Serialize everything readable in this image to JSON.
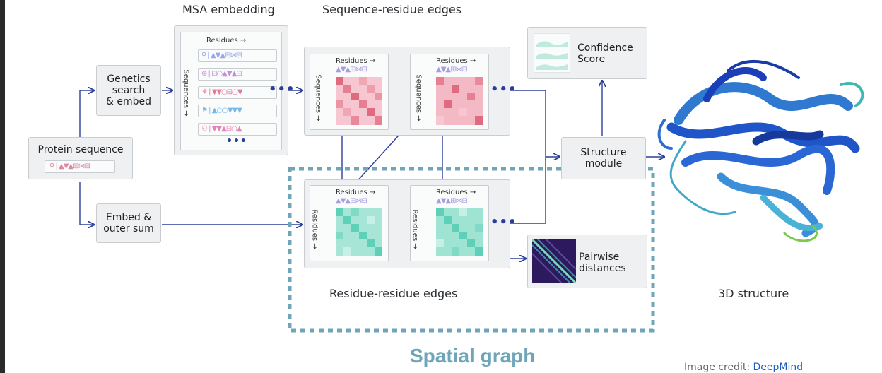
{
  "headings": {
    "msa": "MSA embedding",
    "seq_res": "Sequence-residue edges",
    "res_res": "Residue-residue edges",
    "structure3d": "3D structure",
    "spatial": "Spatial graph"
  },
  "boxes": {
    "protein_seq": "Protein sequence",
    "genetics_line1": "Genetics",
    "genetics_line2": "search",
    "genetics_line3": "& embed",
    "embed_line1": "Embed &",
    "embed_line2": "outer sum",
    "confidence_line1": "Confidence",
    "confidence_line2": "Score",
    "structure_line1": "Structure",
    "structure_line2": "module",
    "pairwise_line1": "Pairwise",
    "pairwise_line2": "distances"
  },
  "labels": {
    "residues": "Residues →",
    "sequences": "Sequences →",
    "residues_vertical": "Residues →",
    "more": "•••"
  },
  "credit": {
    "prefix": "Image credit: ",
    "link": "DeepMind"
  },
  "colors": {
    "arrow": "#2c3e9c",
    "red_heat": "#e06a7f",
    "teal_heat": "#5fd0b8",
    "dashed_border": "#6fa5b8"
  }
}
